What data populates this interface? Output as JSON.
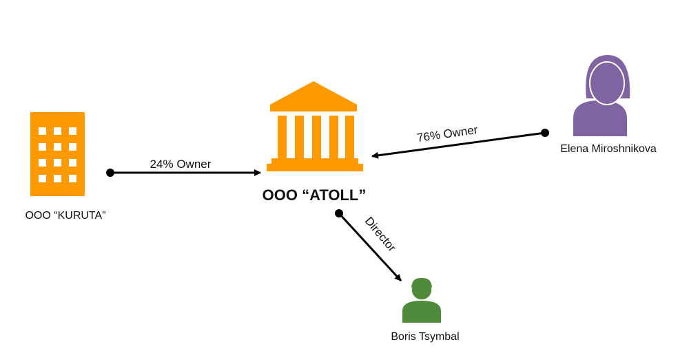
{
  "colors": {
    "company": "#ff9900",
    "female_person": "#8064a2",
    "male_person": "#4f8b3a",
    "edge": "#000000",
    "text": "#111111"
  },
  "nodes": {
    "kuruta": {
      "label": "OOO “KURUTA”",
      "icon": "office-building-icon"
    },
    "atoll": {
      "label": "OOO “ATOLL”",
      "icon": "bank-building-icon"
    },
    "elena": {
      "label": "Elena Miroshnikova",
      "icon": "female-person-icon"
    },
    "boris": {
      "label": "Boris Tsymbal",
      "icon": "male-person-icon"
    }
  },
  "edges": {
    "kuruta_atoll": {
      "label": "24% Owner"
    },
    "elena_atoll": {
      "label": "76% Owner"
    },
    "atoll_boris": {
      "label": "Director"
    }
  }
}
